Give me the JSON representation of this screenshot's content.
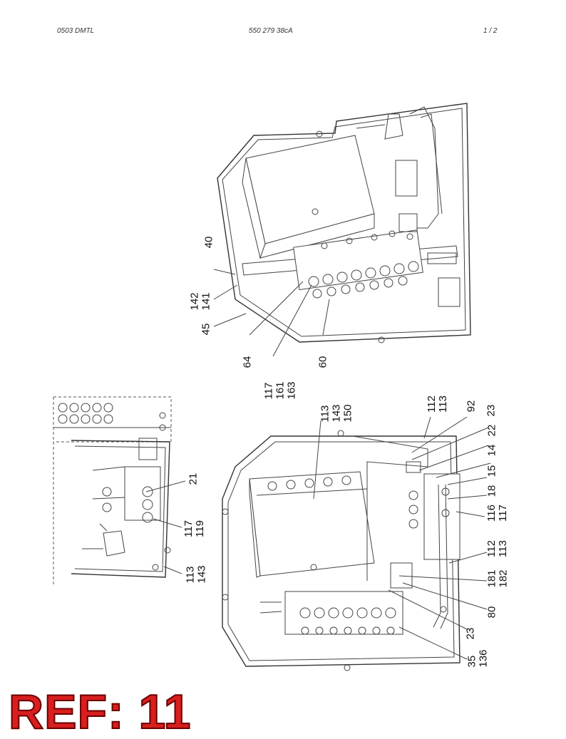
{
  "header": {
    "left": "0503 DMTL",
    "center": "550 279 38cA",
    "right": "1 /   2"
  },
  "reference": "REF: 11",
  "callouts_top": [
    {
      "id": "40",
      "text": "40"
    },
    {
      "id": "142-141",
      "text": "142\n141"
    },
    {
      "id": "45",
      "text": "45"
    },
    {
      "id": "64",
      "text": "64"
    },
    {
      "id": "117-161-163",
      "text": "117\n161\n163"
    },
    {
      "id": "60",
      "text": "60"
    }
  ],
  "callouts_inset": [
    {
      "id": "21",
      "text": "21"
    },
    {
      "id": "117-119",
      "text": "117\n119"
    },
    {
      "id": "113-143",
      "text": "113\n143"
    }
  ],
  "callouts_bottom": [
    {
      "id": "113-143-150",
      "text": "113\n143\n150"
    },
    {
      "id": "112-113a",
      "text": "112\n113"
    },
    {
      "id": "92",
      "text": "92"
    },
    {
      "id": "23a",
      "text": "23"
    },
    {
      "id": "22",
      "text": "22"
    },
    {
      "id": "14",
      "text": "14"
    },
    {
      "id": "15",
      "text": "15"
    },
    {
      "id": "18",
      "text": "18"
    },
    {
      "id": "116-117",
      "text": "116\n117"
    },
    {
      "id": "112-113b",
      "text": "112\n113"
    },
    {
      "id": "181-182",
      "text": "181\n182"
    },
    {
      "id": "80",
      "text": "80"
    },
    {
      "id": "23b",
      "text": "23"
    },
    {
      "id": "35-136",
      "text": "35\n136"
    }
  ]
}
